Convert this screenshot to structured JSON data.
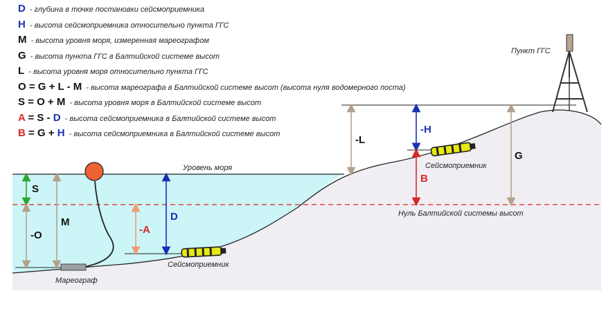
{
  "legend": {
    "D": {
      "key": "D",
      "text": "- глубина в точке постановки сейсмоприемника"
    },
    "H": {
      "key": "H",
      "text": "- высота сейсмоприемника относительно пункта ГГС"
    },
    "M": {
      "key": "M",
      "text": "- высота уровня моря, измеренная мареографом"
    },
    "G": {
      "key": "G",
      "text": "- высота пункта ГГС в Балтийской системе высот"
    },
    "L": {
      "key": "L",
      "text": "- высота уровня моря относительно пункта ГГС"
    },
    "O": {
      "formula": "O = G + L - M",
      "text": "- высота мареографа в Балтийской системе высот (высота нуля водомерного поста)"
    },
    "S": {
      "formula": "S = O + M",
      "text": "- высота уровня моря в Балтийской системе высот"
    },
    "A": {
      "p1": "A",
      "p2": " = S - ",
      "p3": "D",
      "text": "- высота сейсмоприемника в Балтийской системе высот"
    },
    "B": {
      "p1": "B",
      "p2": " = G + ",
      "p3": "H",
      "text": "- высота сейсмоприемника в Балтийской системе высот"
    }
  },
  "labels": {
    "ggs_point": "Пункт ГГС",
    "sea_level": "Уровень моря",
    "baltic_zero": "Нуль Балтийской системы высот",
    "seismometer_land": "Сейсмоприемник",
    "seismometer_sea": "Сейсмоприемник",
    "tide_gauge": "Мареограф"
  },
  "variables": {
    "S": "S",
    "O": "-O",
    "M": "M",
    "A": "-A",
    "D": "D",
    "L": "-L",
    "H": "-H",
    "B": "B",
    "G": "G"
  },
  "colors": {
    "blue": "#1a2fb4",
    "red": "#d42a2a",
    "green": "#2ea62e",
    "tan": "#b4a08c",
    "water": "#ccf5f7",
    "ground": "#f1eef3"
  }
}
